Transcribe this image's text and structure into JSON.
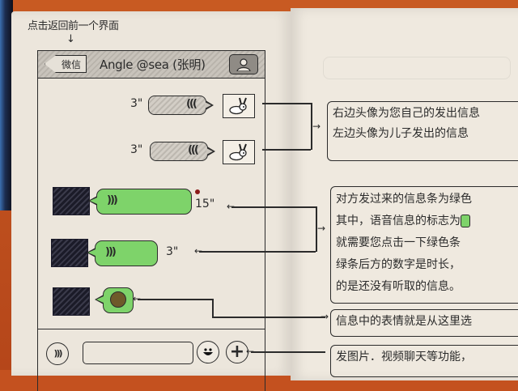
{
  "annotation_top": "点击返回前一个界面",
  "chat": {
    "back_button": "微信",
    "title": "Angle @sea (张明)",
    "profile_icon": "person-icon",
    "messages": [
      {
        "direction": "out",
        "type": "voice",
        "duration": "3\"",
        "avatar": "bunny-avatar"
      },
      {
        "direction": "out",
        "type": "voice",
        "duration": "3\"",
        "avatar": "bunny-avatar"
      },
      {
        "direction": "in",
        "type": "voice",
        "duration": "15\"",
        "unread": true,
        "avatar": "dark-avatar"
      },
      {
        "direction": "in",
        "type": "voice",
        "duration": "3\"",
        "unread": false,
        "avatar": "dark-avatar"
      },
      {
        "direction": "in",
        "type": "emoji",
        "avatar": "dark-avatar"
      }
    ],
    "voice_glyph": ")))",
    "input_bar": {
      "voice_button_glyph": ")))",
      "input_value": "",
      "emoji_icon": "smiley-icon",
      "plus_glyph": "+"
    }
  },
  "notes": {
    "avatars_line1": "右边头像为您自己的发出信息",
    "avatars_line2": "左边头像为儿子发出的信息",
    "green_line1": "对方发过来的信息条为绿色",
    "green_line2a": "其中，语音信息的标志为",
    "green_line3": "就需要您点击一下绿色条",
    "green_line4": "绿条后方的数字是时长，",
    "green_line5": "的是还没有听取的信息。",
    "emoji_note": "信息中的表情就是从这里选",
    "plus_note": "发图片．视频聊天等功能，"
  },
  "colors": {
    "incoming_bubble": "#7ed36a",
    "unread_dot": "#8b1a1a",
    "paper": "#ece6dc",
    "desk": "#c4511f"
  }
}
